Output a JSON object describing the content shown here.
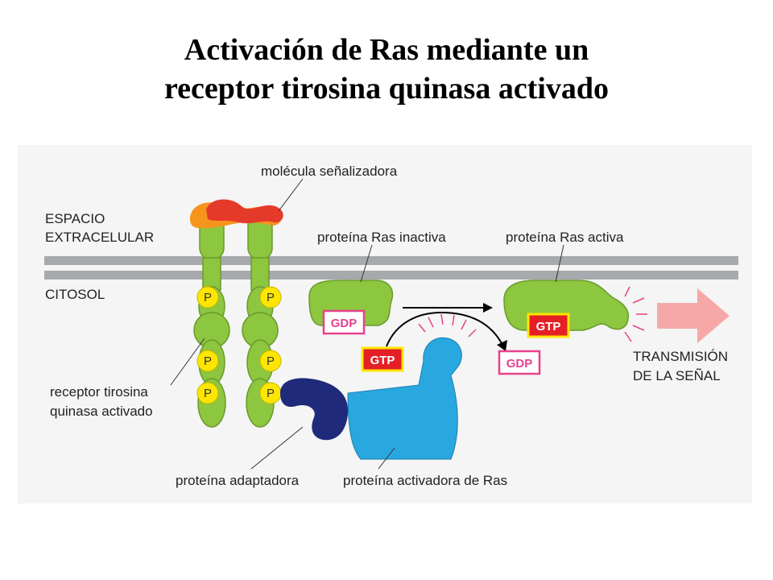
{
  "title": {
    "line1": "Activación de Ras mediante un",
    "line2": "receptor tirosina quinasa activado"
  },
  "labels": {
    "signal_molecule": "molécula señalizadora",
    "extracellular_1": "ESPACIO",
    "extracellular_2": "EXTRACELULAR",
    "cytosol": "CITOSOL",
    "ras_inactive": "proteína Ras inactiva",
    "ras_active": "proteína Ras activa",
    "transmission_1": "TRANSMISIÓN",
    "transmission_2": "DE LA SEÑAL",
    "receptor_1": "receptor tirosina",
    "receptor_2": "quinasa activado",
    "adaptor": "proteína adaptadora",
    "ras_activator": "proteína activadora de Ras"
  },
  "nucleotides": {
    "gdp": "GDP",
    "gtp": "GTP"
  },
  "phospho": "P",
  "colors": {
    "receptor_green": "#8dc63f",
    "membrane_gray": "#a7a9ac",
    "ras_green": "#8dc63f",
    "adaptor_navy": "#1f2a7a",
    "activator_blue": "#29a8e0",
    "signal_red": "#e53a2a",
    "signal_orange": "#f7941d",
    "gtp_red": "#e41f26",
    "gdp_pink": "#e8408e",
    "phospho_yellow": "#ffe600",
    "arrow_pink": "#f6a8a8"
  }
}
